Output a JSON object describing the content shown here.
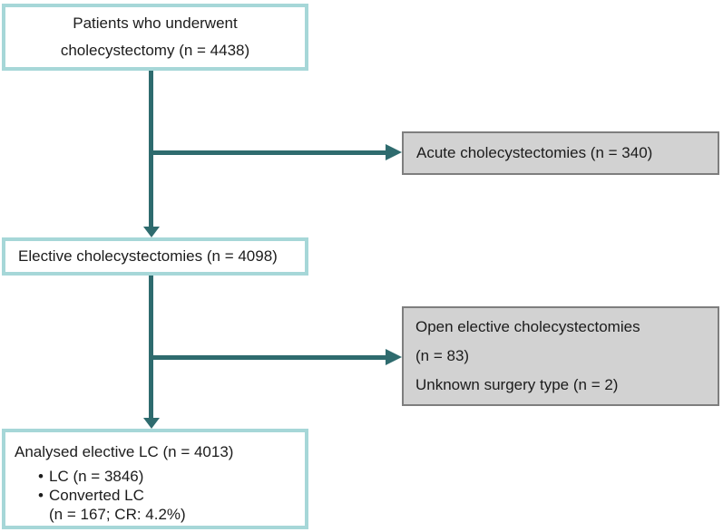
{
  "diagram": {
    "type": "patient-flow-chart",
    "colors": {
      "connector_teal": "#2e6b6e",
      "inclusion_box_border": "#a6d7d8",
      "inclusion_box_fill": "#ffffff",
      "exclusion_box_fill": "#d2d2d2",
      "exclusion_box_border": "#7e7e7e",
      "text": "#1c1c1c",
      "background": "#ffffff"
    }
  },
  "boxes": {
    "patients": {
      "line1": "Patients who underwent",
      "line2": "cholecystectomy (n = 4438)"
    },
    "acute": {
      "label": "Acute cholecystectomies (n = 340)"
    },
    "elective": {
      "label": "Elective cholecystectomies (n = 4098)"
    },
    "open_elective": {
      "line1": "Open elective cholecystectomies",
      "line2": "(n = 83)",
      "line3": "Unknown surgery type (n = 2)"
    },
    "analysed": {
      "title": "Analysed elective LC (n = 4013)",
      "bullets": [
        {
          "marker": "•",
          "text": "LC (n = 3846)"
        },
        {
          "marker": "•",
          "text": "Converted LC",
          "continuation": "(n = 167; CR: 4.2%)"
        }
      ]
    }
  }
}
